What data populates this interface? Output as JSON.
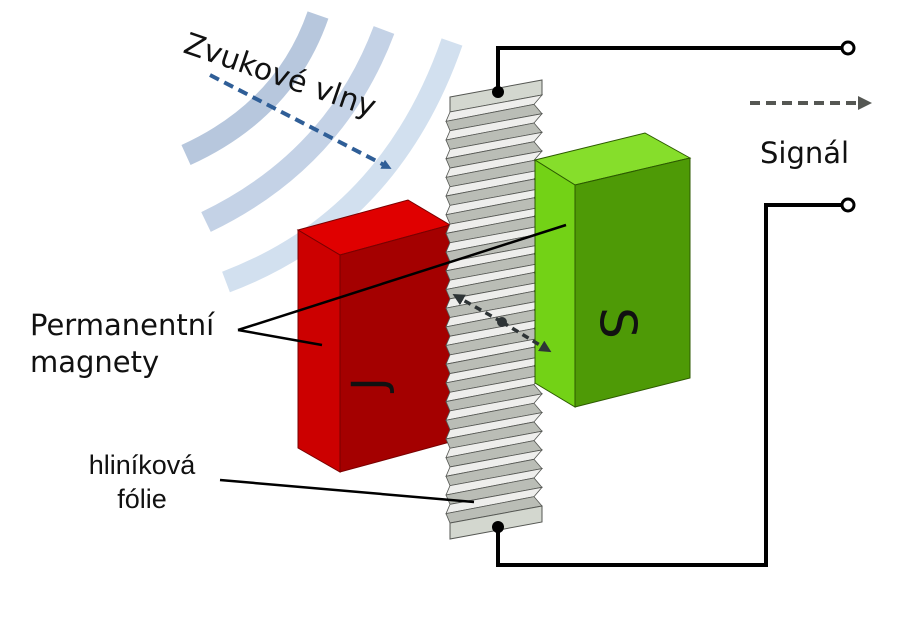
{
  "labels": {
    "sound_waves": "Zvukové vlny",
    "signal": "Signál",
    "magnets_line1": "Permanentní",
    "magnets_line2": "magnety",
    "foil_line1": "hliníková",
    "foil_line2": "fólie",
    "north_pole": "J",
    "south_pole": "S"
  },
  "colors": {
    "wave_arc": "#b7c7dd",
    "wave_arc_light": "#d2e0ef",
    "wave_arrow": "#2f5e97",
    "red_front": "#cc0000",
    "red_side": "#a40000",
    "red_top": "#e00000",
    "green_front": "#4e9a06",
    "green_side": "#73d216",
    "green_top": "#86de2b",
    "foil_light": "#eeeeec",
    "foil_dark": "#babdb6",
    "wire": "#000000",
    "signal_arrow": "#555753"
  }
}
